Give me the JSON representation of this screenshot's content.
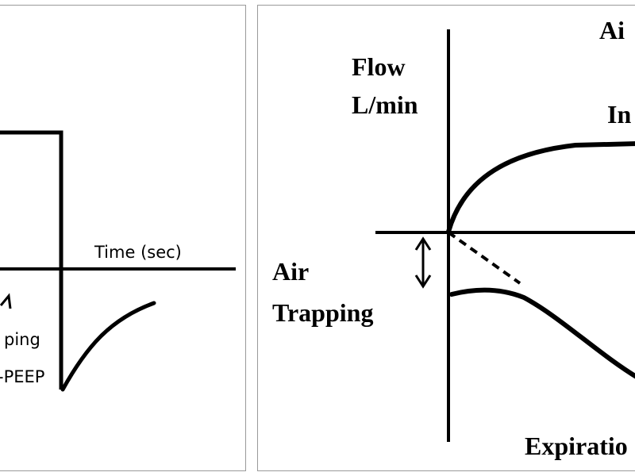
{
  "left_panel": {
    "x_axis_label": "Time (sec)",
    "trapping_label": "ping",
    "peep_label": "-PEEP"
  },
  "right_panel": {
    "title_fragment": "Ai",
    "y_axis_label_line1": "Flow",
    "y_axis_label_line2": "L/min",
    "inspiration_fragment": "In",
    "air_trapping_line1": "Air",
    "air_trapping_line2": "Trapping",
    "expiration_fragment": "Expiratio"
  },
  "colors": {
    "line": "#000000",
    "border": "#9a9a9a"
  }
}
